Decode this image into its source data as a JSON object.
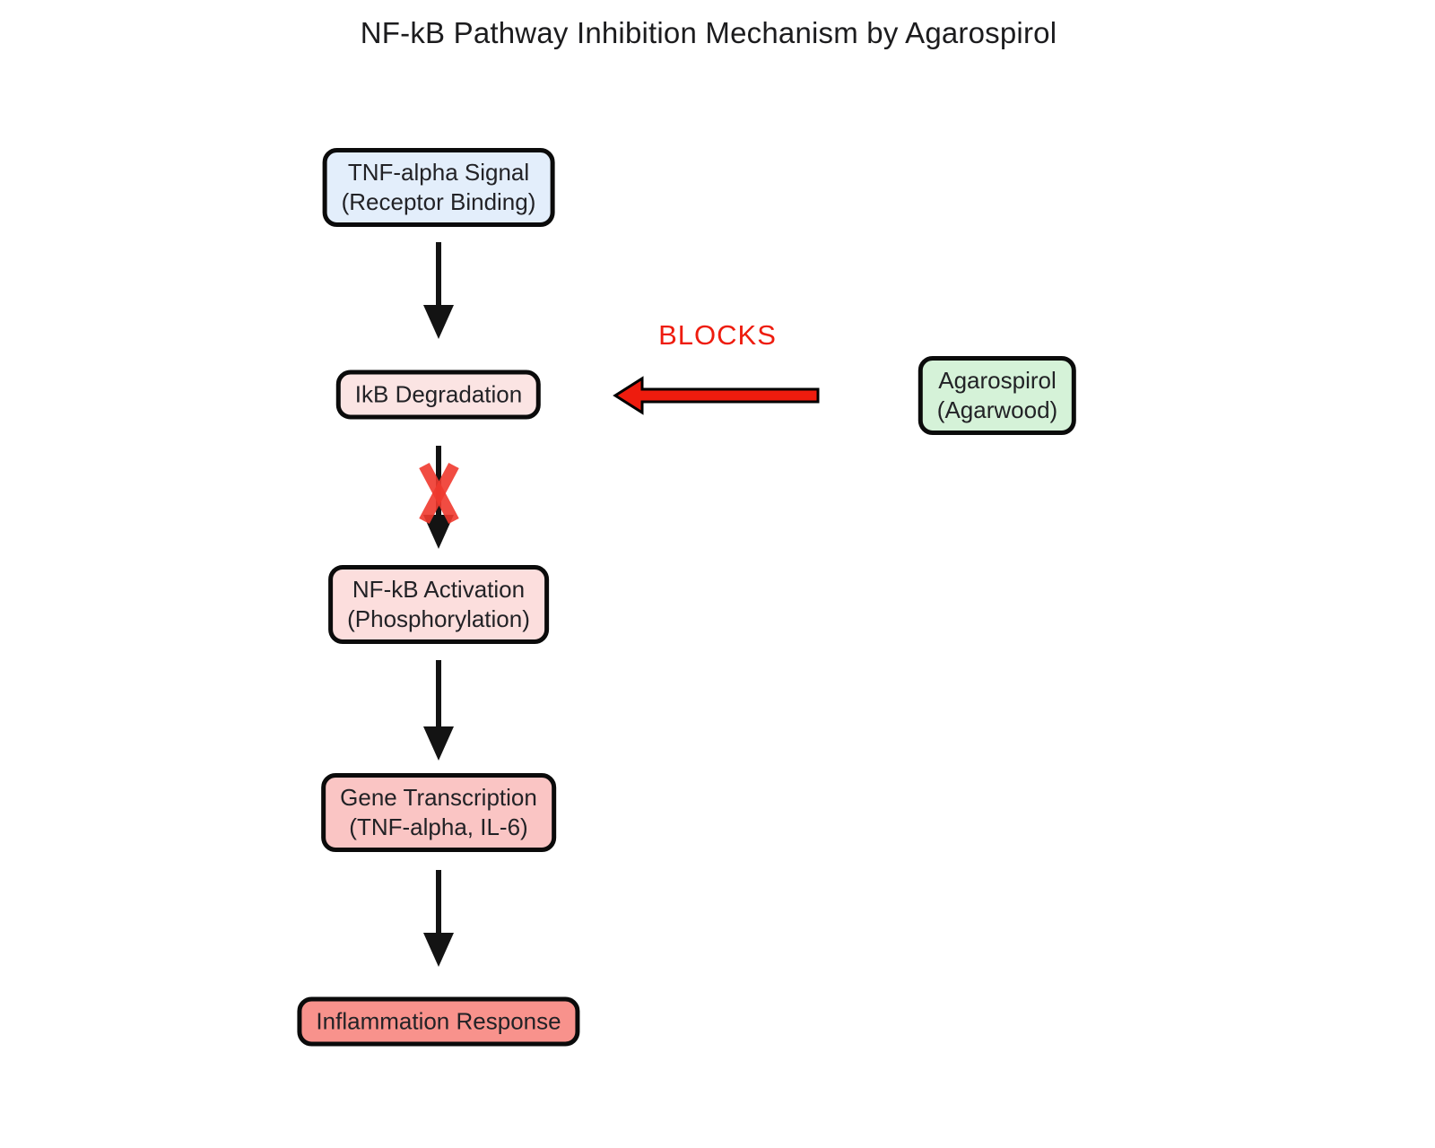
{
  "title": "NF-kB Pathway Inhibition Mechanism by Agarospirol",
  "colors": {
    "accent_red": "#ee1c0e",
    "x_red": "#f0392e",
    "arrow_black": "#131313"
  },
  "pathway_nodes": [
    {
      "name": "tnf-alpha-signal",
      "line1": "TNF-alpha Signal",
      "line2": "(Receptor Binding)",
      "fill": "#e3eefb"
    },
    {
      "name": "ikb-degradation",
      "line1": "IkB Degradation",
      "fill": "#fbe4e3"
    },
    {
      "name": "nfkb-activation",
      "line1": "NF-kB Activation",
      "line2": "(Phosphorylation)",
      "fill": "#fcdedd"
    },
    {
      "name": "gene-transcription",
      "line1": "Gene Transcription",
      "line2": "(TNF-alpha, IL-6)",
      "fill": "#fac5c4"
    },
    {
      "name": "inflammation-response",
      "line1": "Inflammation Response",
      "fill": "#f8928c"
    }
  ],
  "inhibitor_node": {
    "line1": "Agarospirol",
    "line2": "(Agarwood)",
    "fill": "#d5f2d8"
  },
  "blocks_label": "BLOCKS"
}
